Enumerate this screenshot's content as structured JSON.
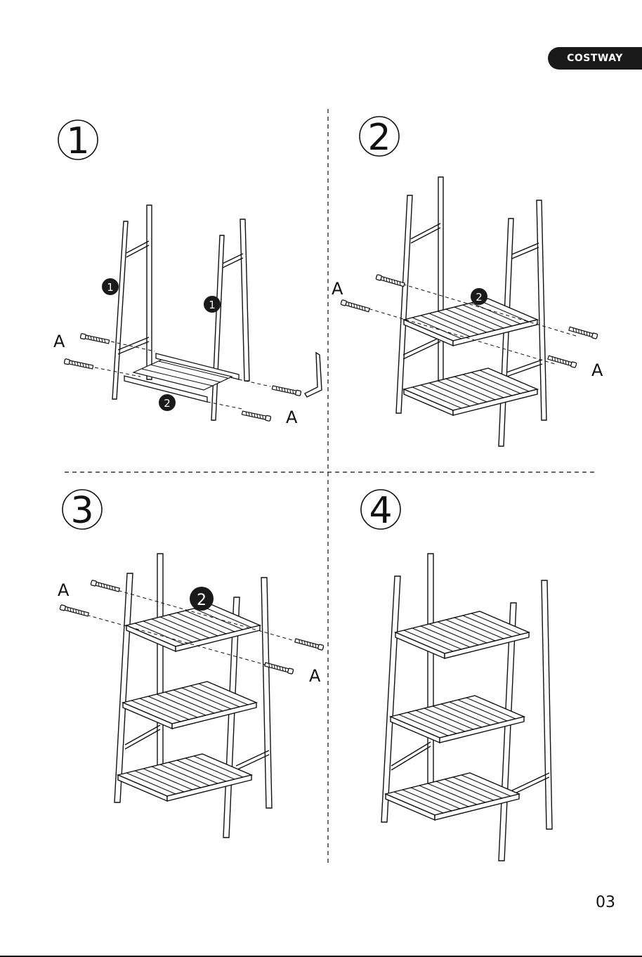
{
  "brand": {
    "name": "COSTWAY",
    "color": "#1a1a1a"
  },
  "page_number": "03",
  "steps": [
    {
      "number": "1",
      "part_callouts": [
        "1",
        "1",
        "2"
      ],
      "hardware_labels": [
        "A",
        "A"
      ]
    },
    {
      "number": "2",
      "part_callouts": [
        "2"
      ],
      "hardware_labels": [
        "A",
        "A"
      ]
    },
    {
      "number": "3",
      "part_callouts": [
        "2"
      ],
      "hardware_labels": [
        "A",
        "A"
      ]
    },
    {
      "number": "4",
      "part_callouts": [],
      "hardware_labels": []
    }
  ],
  "icons": {
    "allen_key": "allen-key-icon",
    "bolt": "bolt-icon"
  }
}
